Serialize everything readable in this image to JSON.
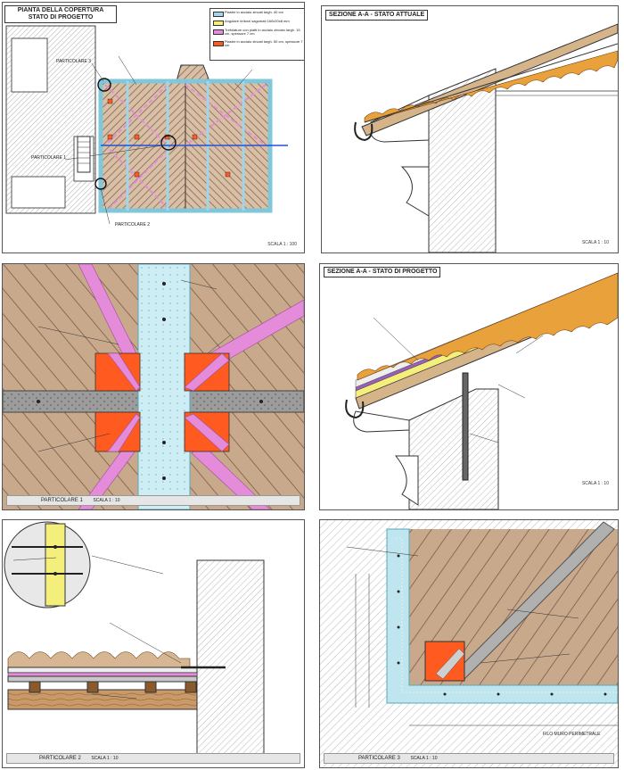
{
  "panels": {
    "plan": {
      "title_line1": "PIANTA DELLA COPERTURA",
      "title_line2": "STATO DI PROGETTO",
      "scale": "SCALA 1 : 100",
      "callouts": {
        "p3": "PARTICOLARE 3",
        "p1": "PARTICOLARE 1",
        "p2": "PARTICOLARE 2"
      }
    },
    "section_existing": {
      "title": "SEZIONE A-A - STATO ATTUALE",
      "scale": "SCALA 1 : 10"
    },
    "detail1": {
      "title": "PARTICOLARE 1",
      "scale": "SCALA 1 : 10"
    },
    "section_project": {
      "title": "SEZIONE A-A - STATO DI PROGETTO",
      "scale": "SCALA 1 : 10"
    },
    "detail2": {
      "title": "PARTICOLARE 2",
      "scale": "SCALA 1 : 10"
    },
    "detail3": {
      "title": "PARTICOLARE 3",
      "scale": "SCALA 1 : 10",
      "bottom_label": "FILO MURO PERIMETRALE"
    }
  },
  "legend": [
    {
      "text": "Piastre in acciaio zincati largh. 40 cm",
      "color": "#9fd6e8"
    },
    {
      "text": "Angolare rinforzi sagomati 160x20x8 mm",
      "color": "#f4ef7a"
    },
    {
      "text": "Trefolature con piatti in acciaio zincato largh. 15 cm, spessore 7 cm",
      "color": "#e48bd9"
    },
    {
      "text": "Piastre in acciaio zincati largh. 50 cm, spessore 7 cm",
      "color": "#ff5a1f"
    }
  ],
  "colors": {
    "roof_hatch": "#c9a98c",
    "steel_plate": "#bfe6ef",
    "strap": "#e48bd9",
    "red_plate": "#ff5a1f",
    "tile": "#e9a13b",
    "concrete": "#9c9c9c"
  }
}
